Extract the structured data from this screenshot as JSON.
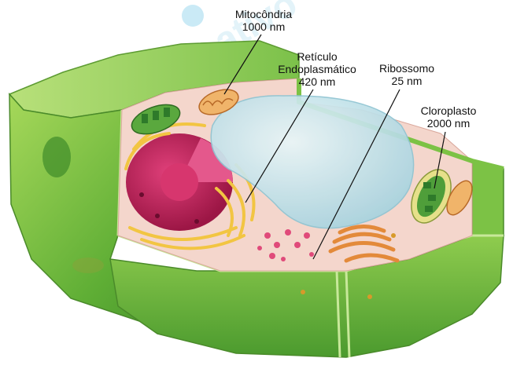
{
  "labels": {
    "mitochondria": {
      "name": "Mitocôndria",
      "size": "1000 nm"
    },
    "er": {
      "name_line1": "Retículo",
      "name_line2": "Endoplasmático",
      "size": "420 nm"
    },
    "ribosome": {
      "name": "Ribossomo",
      "size": "25 nm"
    },
    "chloroplast": {
      "name": "Cloroplasto",
      "size": "2000 nm"
    }
  },
  "colors": {
    "cell_wall": "#7fc241",
    "cytoplasm": "#f4d2c8",
    "nucleus": "#c8245e",
    "vacuole": "#b9dde6",
    "golgi": "#e38a3a",
    "chloroplast": "#4f9e3a",
    "mitochondria": "#e8a45a",
    "watermark": "#bfe6f4"
  }
}
